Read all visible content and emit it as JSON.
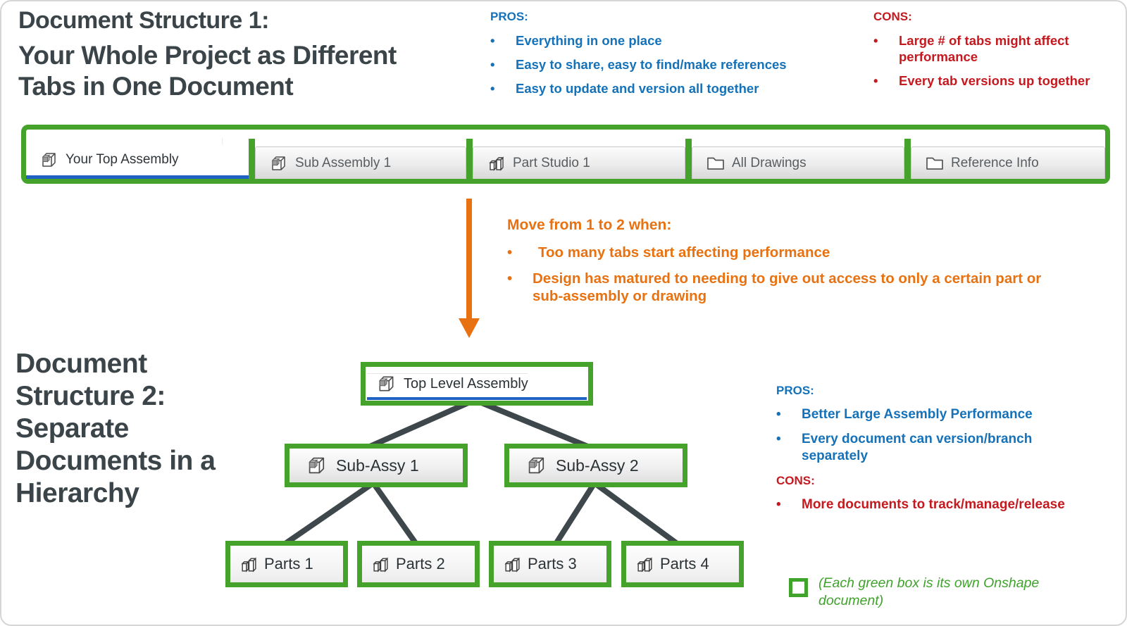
{
  "colors": {
    "green": "#45a32b",
    "blue": "#1572b8",
    "red": "#c41a1f",
    "orange": "#e87211",
    "charcoal": "#3b4549",
    "active_tab_underline": "#2062c4"
  },
  "section1": {
    "title_line1": "Document Structure 1:",
    "title_line2a": "Your Whole Project as Different",
    "title_line2b": "Tabs in One Document",
    "pros_heading": "PROS:",
    "pros": [
      "Everything in one place",
      "Easy to share, easy to find/make references",
      "Easy to update and version all together"
    ],
    "cons_heading": "CONS:",
    "cons": [
      "Large # of tabs might affect performance",
      "Every tab versions up together"
    ],
    "bullet": "•"
  },
  "tab_bar": {
    "tabs": [
      {
        "label": "Your Top Assembly",
        "icon": "assembly-icon",
        "active": true
      },
      {
        "label": "Sub Assembly 1",
        "icon": "assembly-icon",
        "active": false
      },
      {
        "label": "Part Studio 1",
        "icon": "parts-icon",
        "active": false
      },
      {
        "label": "All Drawings",
        "icon": "folder-icon",
        "active": false
      },
      {
        "label": "Reference Info",
        "icon": "folder-icon",
        "active": false
      }
    ]
  },
  "transition": {
    "heading": "Move from 1 to 2 when:",
    "bullets": [
      "Too many tabs start affecting performance",
      "Design has matured to needing to give out access to only a certain part or sub-assembly or drawing"
    ]
  },
  "section2": {
    "title_lines": [
      "Document",
      "Structure 2:",
      "Separate",
      "Documents in a",
      "Hierarchy"
    ],
    "pros_heading": "PROS:",
    "pros": [
      "Better Large Assembly Performance",
      "Every document can version/branch separately"
    ],
    "cons_heading": "CONS:",
    "cons": [
      "More documents to track/manage/release"
    ],
    "legend": "(Each green box is its own Onshape document)"
  },
  "tree": {
    "root": {
      "label": "Top Level Assembly"
    },
    "children": [
      {
        "label": "Sub-Assy 1"
      },
      {
        "label": "Sub-Assy 2"
      }
    ],
    "leaves": [
      {
        "label": "Parts 1"
      },
      {
        "label": "Parts 2"
      },
      {
        "label": "Parts 3"
      },
      {
        "label": "Parts 4"
      }
    ]
  }
}
